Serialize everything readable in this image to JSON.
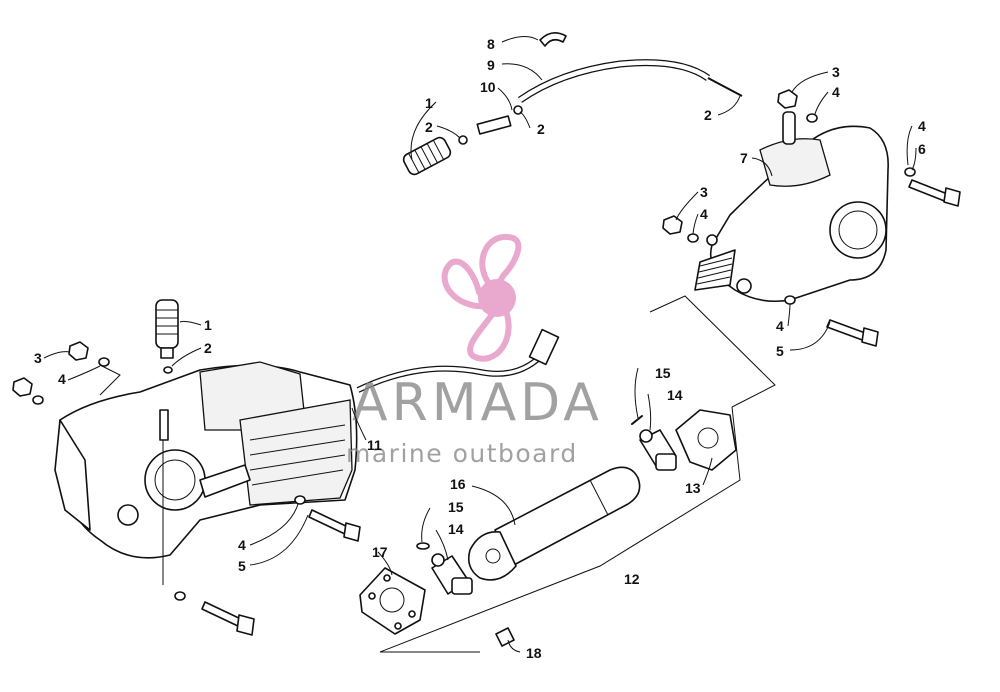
{
  "callouts": {
    "c1": "1",
    "c2": "2",
    "c3": "3",
    "c4": "4",
    "c5": "5",
    "c6": "6",
    "c7": "7",
    "c8": "8",
    "c9": "9",
    "c10": "10",
    "c11": "11",
    "c12": "12",
    "c13": "13",
    "c14": "14",
    "c15": "15",
    "c16": "16",
    "c17": "17",
    "c18": "18"
  },
  "watermark": {
    "brand": "ARMADA",
    "tagline": "marine outboard",
    "color": "#e9a9cf"
  }
}
